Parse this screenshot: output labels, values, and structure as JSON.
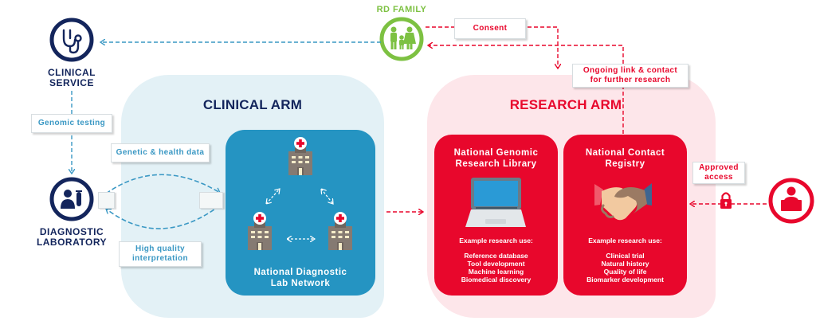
{
  "colors": {
    "navy": "#13255c",
    "clinical_blue": "#2594c2",
    "clinical_bg": "#e3f1f6",
    "arrow_blue": "#3a98c4",
    "research_red": "#e8072c",
    "research_bg": "#fde6ea",
    "family_green": "#7dc142"
  },
  "nodes": {
    "clinical_service": {
      "label_line1": "CLINICAL",
      "label_line2": "SERVICE",
      "icon": "stethoscope-icon"
    },
    "diagnostic_lab": {
      "label_line1": "DIAGNOSTIC",
      "label_line2": "LABORATORY",
      "icon": "lab-technician-icon"
    },
    "rd_family": {
      "label": "RD FAMILY",
      "icon": "family-icon"
    },
    "researcher": {
      "icon": "researcher-computer-icon"
    }
  },
  "clinical_arm": {
    "title": "CLINICAL ARM",
    "network": {
      "label_line1": "National Diagnostic",
      "label_line2": "Lab Network",
      "icon": "hospital-icon"
    }
  },
  "research_arm": {
    "title": "RESEARCH ARM",
    "library": {
      "title_line1": "National Genomic",
      "title_line2": "Research Library",
      "icon": "laptop-icon",
      "subtitle": "Example research use:",
      "uses": [
        "Reference database",
        "Tool development",
        "Machine learning",
        "Biomedical discovery"
      ]
    },
    "registry": {
      "title_line1": "National Contact",
      "title_line2": "Registry",
      "icon": "handshake-icon",
      "subtitle": "Example research use:",
      "uses": [
        "Clinical trial",
        "Natural history",
        "Quality of life",
        "Biomarker development"
      ]
    }
  },
  "callouts": {
    "genomic_testing": "Genomic testing",
    "genetic_health_data": "Genetic & health data",
    "high_quality_line1": "High quality",
    "high_quality_line2": "interpretation",
    "consent": "Consent",
    "ongoing_line1": "Ongoing link & contact",
    "ongoing_line2": "for further research",
    "approved_line1": "Approved",
    "approved_line2": "access"
  }
}
